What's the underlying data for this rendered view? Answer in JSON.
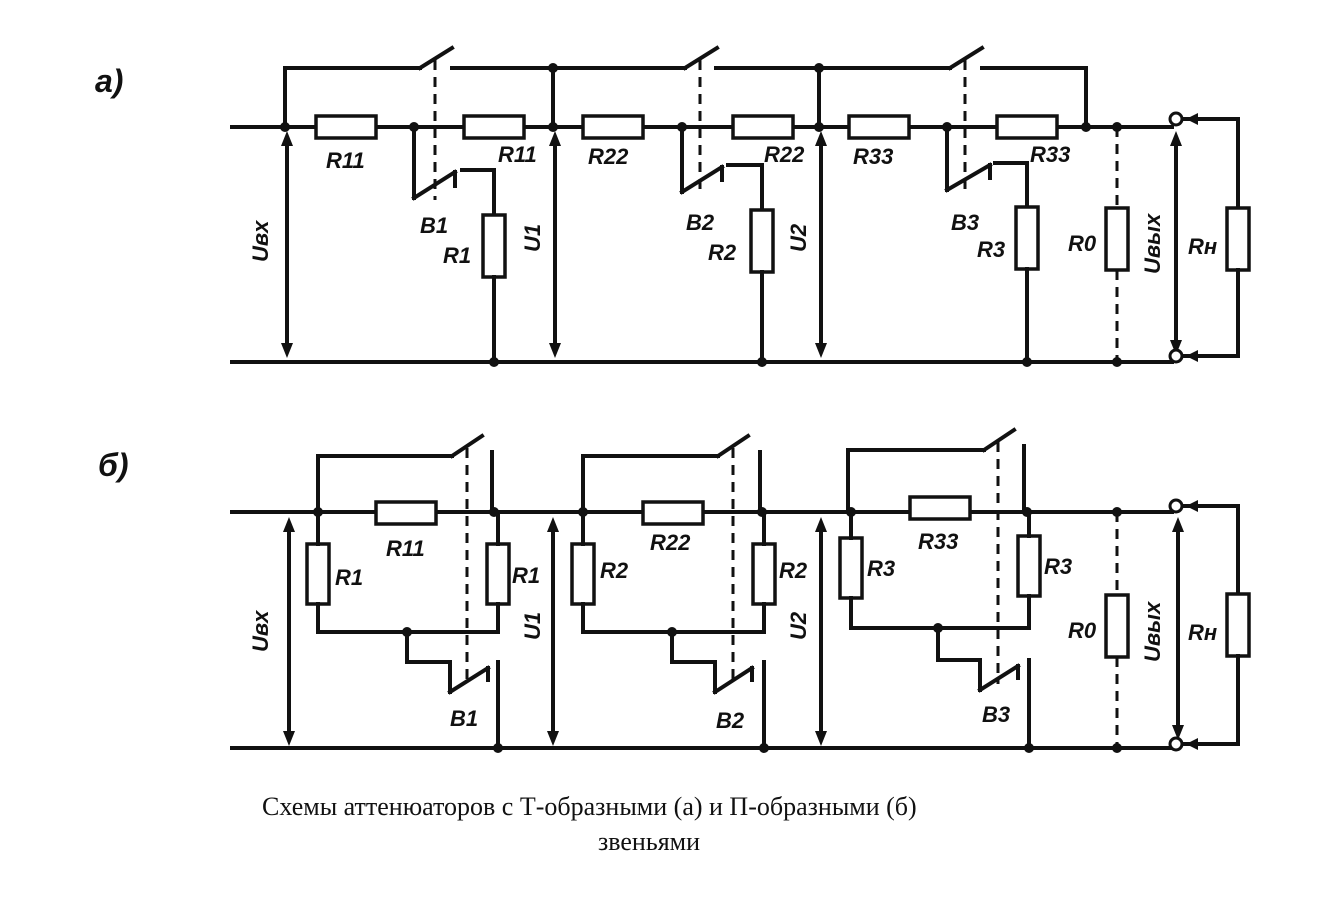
{
  "panel_a": {
    "label": "а)",
    "resistors": [
      "R11",
      "R11",
      "R22",
      "R22",
      "R33",
      "R33",
      "R1",
      "R2",
      "R3",
      "R0",
      "Rн"
    ],
    "switches": [
      "B1",
      "B2",
      "B3"
    ],
    "voltages": [
      "Uвх",
      "U1",
      "U2",
      "Uвых"
    ]
  },
  "panel_b": {
    "label": "б)",
    "resistors": [
      "R11",
      "R22",
      "R33",
      "R1",
      "R1",
      "R2",
      "R2",
      "R3",
      "R3",
      "R0",
      "Rн"
    ],
    "switches": [
      "B1",
      "B2",
      "B3"
    ],
    "voltages": [
      "Uвх",
      "U1",
      "U2",
      "Uвых"
    ]
  },
  "caption": {
    "line1": "Схемы аттенюаторов с Т-образными (а) и П-образными (б)",
    "line2": "звеньями"
  }
}
